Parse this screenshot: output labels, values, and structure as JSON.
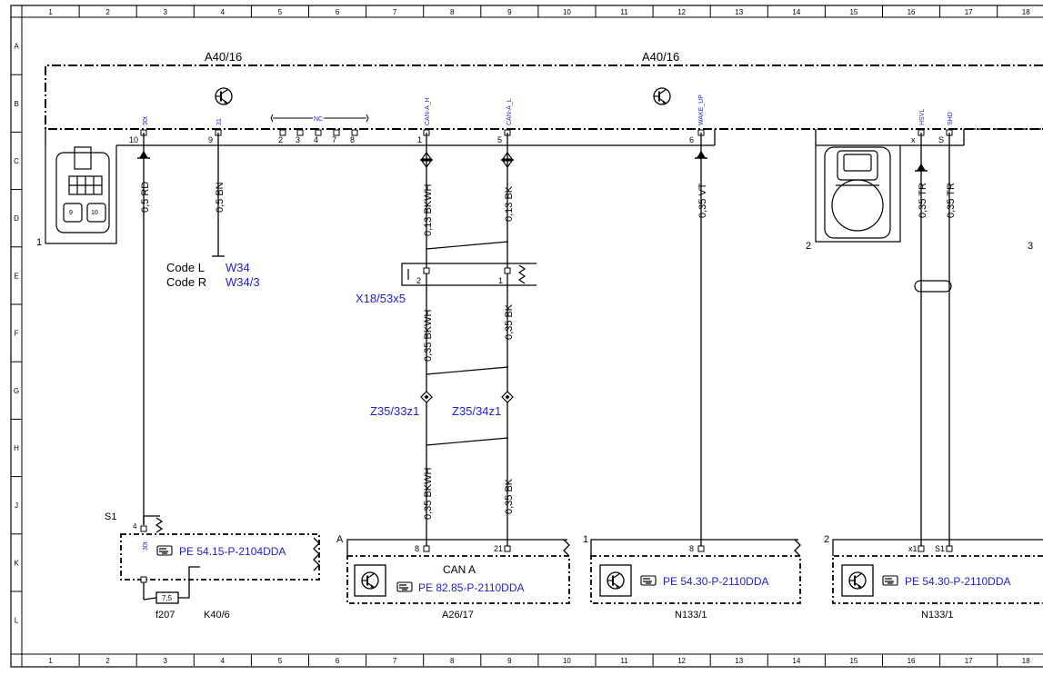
{
  "grid": {
    "columns": [
      "1",
      "2",
      "3",
      "4",
      "5",
      "6",
      "7",
      "8",
      "9",
      "10",
      "11",
      "12",
      "13",
      "14",
      "15",
      "16",
      "17",
      "18"
    ],
    "rows": [
      "A",
      "B",
      "C",
      "D",
      "E",
      "F",
      "G",
      "H",
      "J",
      "K",
      "L"
    ]
  },
  "modules": {
    "a40_left": "A40/16",
    "a40_right": "A40/16"
  },
  "pins": {
    "p30t": "30t",
    "p31": "31",
    "nc": "NC",
    "can_h": "CAN-A_H",
    "can_l": "CAN-A_L",
    "wake": "WAKE_UP",
    "hsvl": "HSVL",
    "shd": "SHD"
  },
  "pin_numbers": {
    "n10": "10",
    "n9": "9",
    "n2": "2",
    "n3": "3",
    "n4": "4",
    "n7": "7",
    "n8": "8",
    "n1": "1",
    "n5": "5",
    "n6": "6",
    "x": "x",
    "s": "S"
  },
  "connector_views": {
    "v1": "1",
    "v2": "2",
    "v3": "3",
    "c9": "9",
    "c10": "10"
  },
  "wires": {
    "rd": "0,5 RD",
    "bn": "0,5 BN",
    "bkwh_013": "0,13 BKWH",
    "bk_013": "0,13 BK",
    "vt": "0,35 VT",
    "tr1": "0,35 TR",
    "tr2": "0,35 TR",
    "bkwh_035a": "0,35 BKWH",
    "bk_035a": "0,35 BK",
    "bkwh_035b": "0,35 BKWH",
    "bk_035b": "0,35 BK"
  },
  "codes": {
    "code_l": "Code L",
    "code_l_ref": "W34",
    "code_r": "Code R",
    "code_r_ref": "W34/3"
  },
  "connectors": {
    "x18": "X18/53x5",
    "x18_p2": "2",
    "x18_p1": "1",
    "z33": "Z35/33z1",
    "z34": "Z35/34z1"
  },
  "bottom": {
    "s1": "S1",
    "s1_pin": "4",
    "k40_pin": "30t",
    "ref_k40": "PE 54.15-P-2104DDA",
    "fuse_value": "7,5",
    "fuse": "f207",
    "k40": "K40/6",
    "a_mark": "A",
    "a26_p8": "8",
    "a26_p21": "21",
    "can_a": "CAN A",
    "ref_a26": "PE 82.85-P-2110DDA",
    "a26": "A26/17",
    "n133a_mark": "1",
    "n133a_p8": "8",
    "ref_n133a": "PE 54.30-P-2110DDA",
    "n133a": "N133/1",
    "n133b_mark": "2",
    "n133b_x1": "x1",
    "n133b_s1": "S1",
    "ref_n133b": "PE 54.30-P-2110DDA",
    "n133b": "N133/1"
  },
  "colors": {
    "line": "#000000",
    "reference": "#1e1ecc",
    "background": "#ffffff"
  }
}
